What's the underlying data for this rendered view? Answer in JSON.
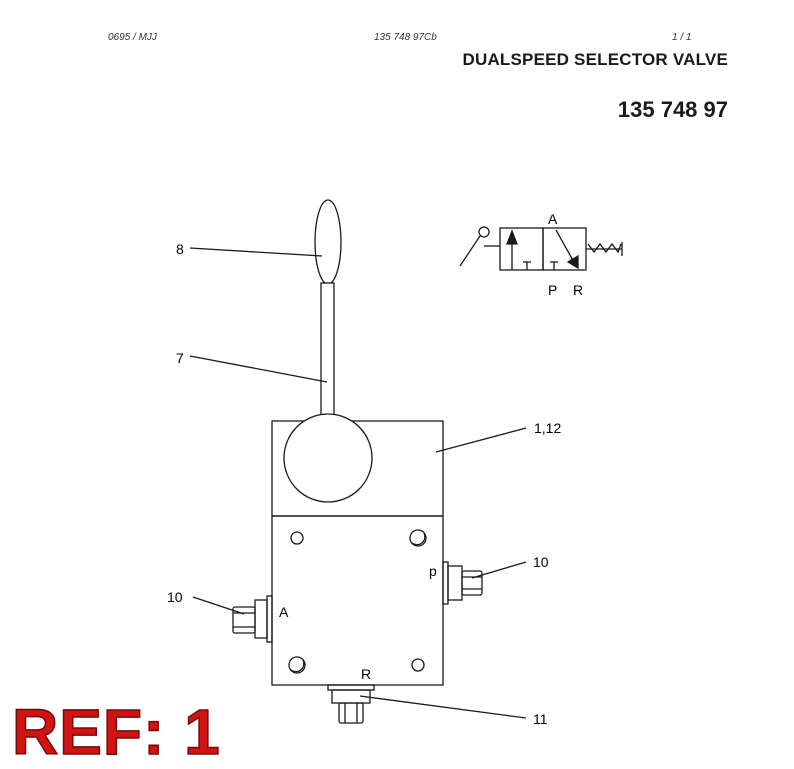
{
  "header": {
    "code": "0695 / MJJ",
    "doc_number": "135 748 97Cb",
    "page": "1 / 1",
    "title": "DUALSPEED SELECTOR VALVE",
    "part_number": "135 748 97"
  },
  "callouts": {
    "handle": "8",
    "lever": "7",
    "body": "1,12",
    "fitting_right": "10",
    "fitting_left": "10",
    "fitting_bottom": "11"
  },
  "port_labels": {
    "pressure": "p",
    "outlet": "A",
    "return": "R"
  },
  "schematic": {
    "port_a": "A",
    "port_p": "P",
    "port_r": "R"
  },
  "stamp": "REF: 1",
  "colors": {
    "line": "#1a1a1a",
    "stamp": "#d01414"
  }
}
